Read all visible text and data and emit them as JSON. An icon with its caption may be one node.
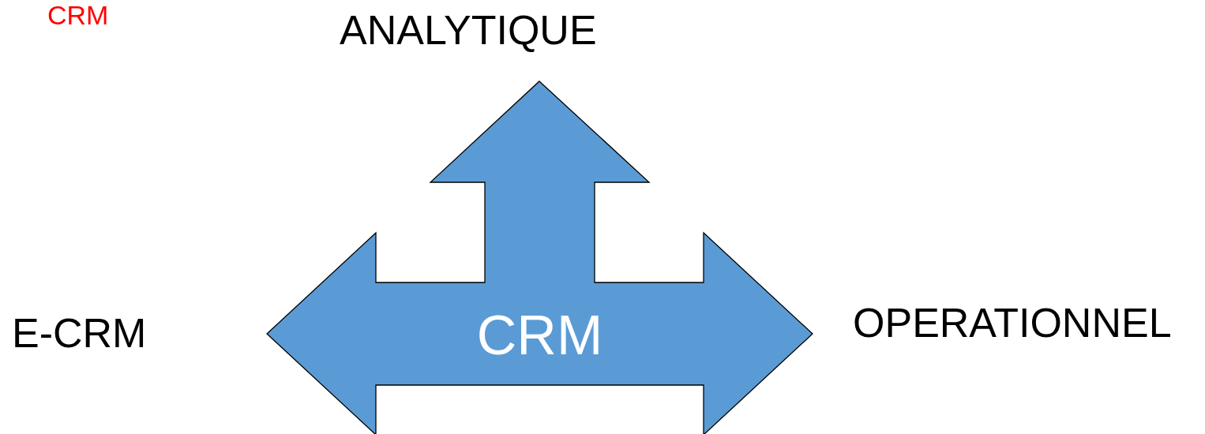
{
  "diagram": {
    "title": "CRM",
    "nodes": [
      {
        "text": [
          "CRM"
        ]
      }
    ],
    "labels": [
      "ANALYTIQUE",
      "E-CRM",
      "OPERATIONNEL"
    ]
  }
}
